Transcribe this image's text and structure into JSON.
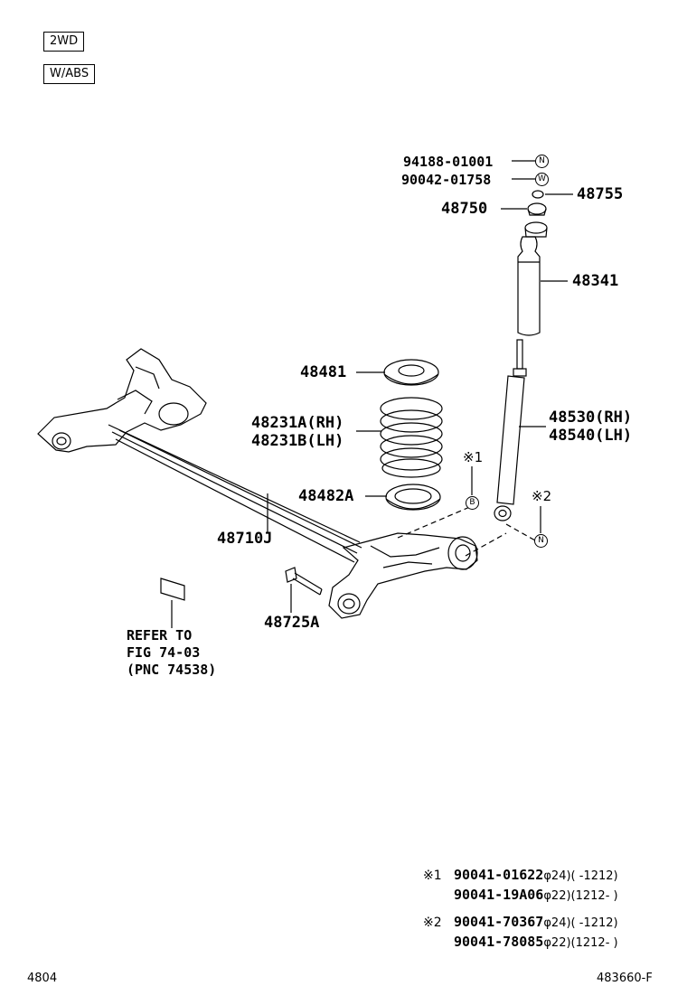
{
  "tags": {
    "drive": "2WD",
    "abs": "W/ABS"
  },
  "parts": {
    "p94188": "94188-01001",
    "p90042": "90042-01758",
    "p48755": "48755",
    "p48750": "48750",
    "p48341": "48341",
    "p48481": "48481",
    "p48231a": "48231A(RH)",
    "p48231b": "48231B(LH)",
    "p48530": "48530(RH)",
    "p48540": "48540(LH)",
    "p48482": "48482A",
    "p48710": "48710J",
    "p48725": "48725A"
  },
  "circles": {
    "n1": "N",
    "w": "W",
    "b": "B",
    "n2": "N"
  },
  "marks": {
    "m1": "※1",
    "m2": "※2"
  },
  "refer": {
    "l1": "REFER TO",
    "l2": "FIG 74-03",
    "l3": "(PNC 74538)"
  },
  "table": [
    {
      "mark": "※1",
      "code": "90041-01622",
      "dia": "φ24)",
      "range": "(      -1212)"
    },
    {
      "mark": "",
      "code": "90041-19A06",
      "dia": "φ22)",
      "range": "(1212-      )"
    },
    {
      "mark": "※2",
      "code": "90041-70367",
      "dia": "φ24)",
      "range": "(      -1212)"
    },
    {
      "mark": "",
      "code": "90041-78085",
      "dia": "φ22)",
      "range": "(1212-      )"
    }
  ],
  "footer": {
    "left": "4804",
    "right": "483660-F"
  }
}
